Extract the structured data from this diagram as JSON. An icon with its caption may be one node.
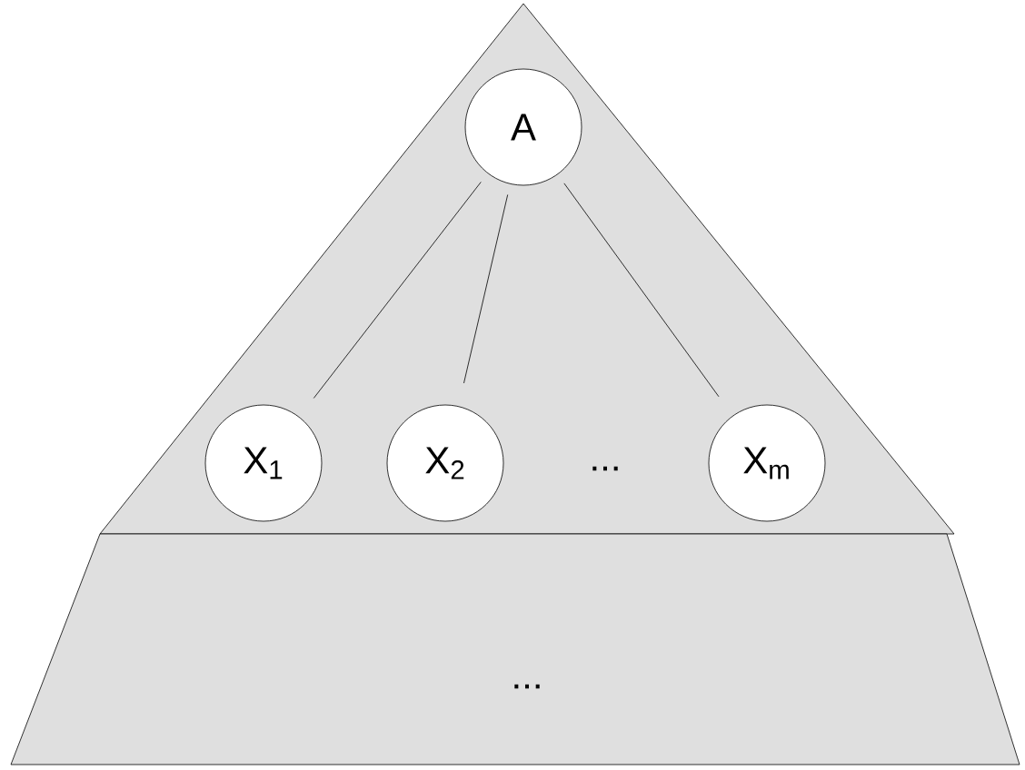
{
  "diagram": {
    "nodes": [
      {
        "text": [],
        "shape": "triangle"
      },
      {
        "text": [
          "..."
        ]
      },
      {
        "text": [
          "A"
        ],
        "in": 0
      },
      {
        "text": [
          "X$_{1}$"
        ],
        "in": 0
      },
      {
        "text": [
          "X$_{2}$"
        ],
        "in": 0
      },
      {
        "text": [
          "X$_{m}$"
        ],
        "in": 0
      }
    ],
    "edges": [
      {
        "from": 2,
        "to": 3,
        "arrow": "none"
      },
      {
        "from": 2,
        "to": 4,
        "arrow": "none"
      },
      {
        "from": 2,
        "to": 5,
        "arrow": "none"
      }
    ],
    "labels": [
      "..."
    ]
  }
}
